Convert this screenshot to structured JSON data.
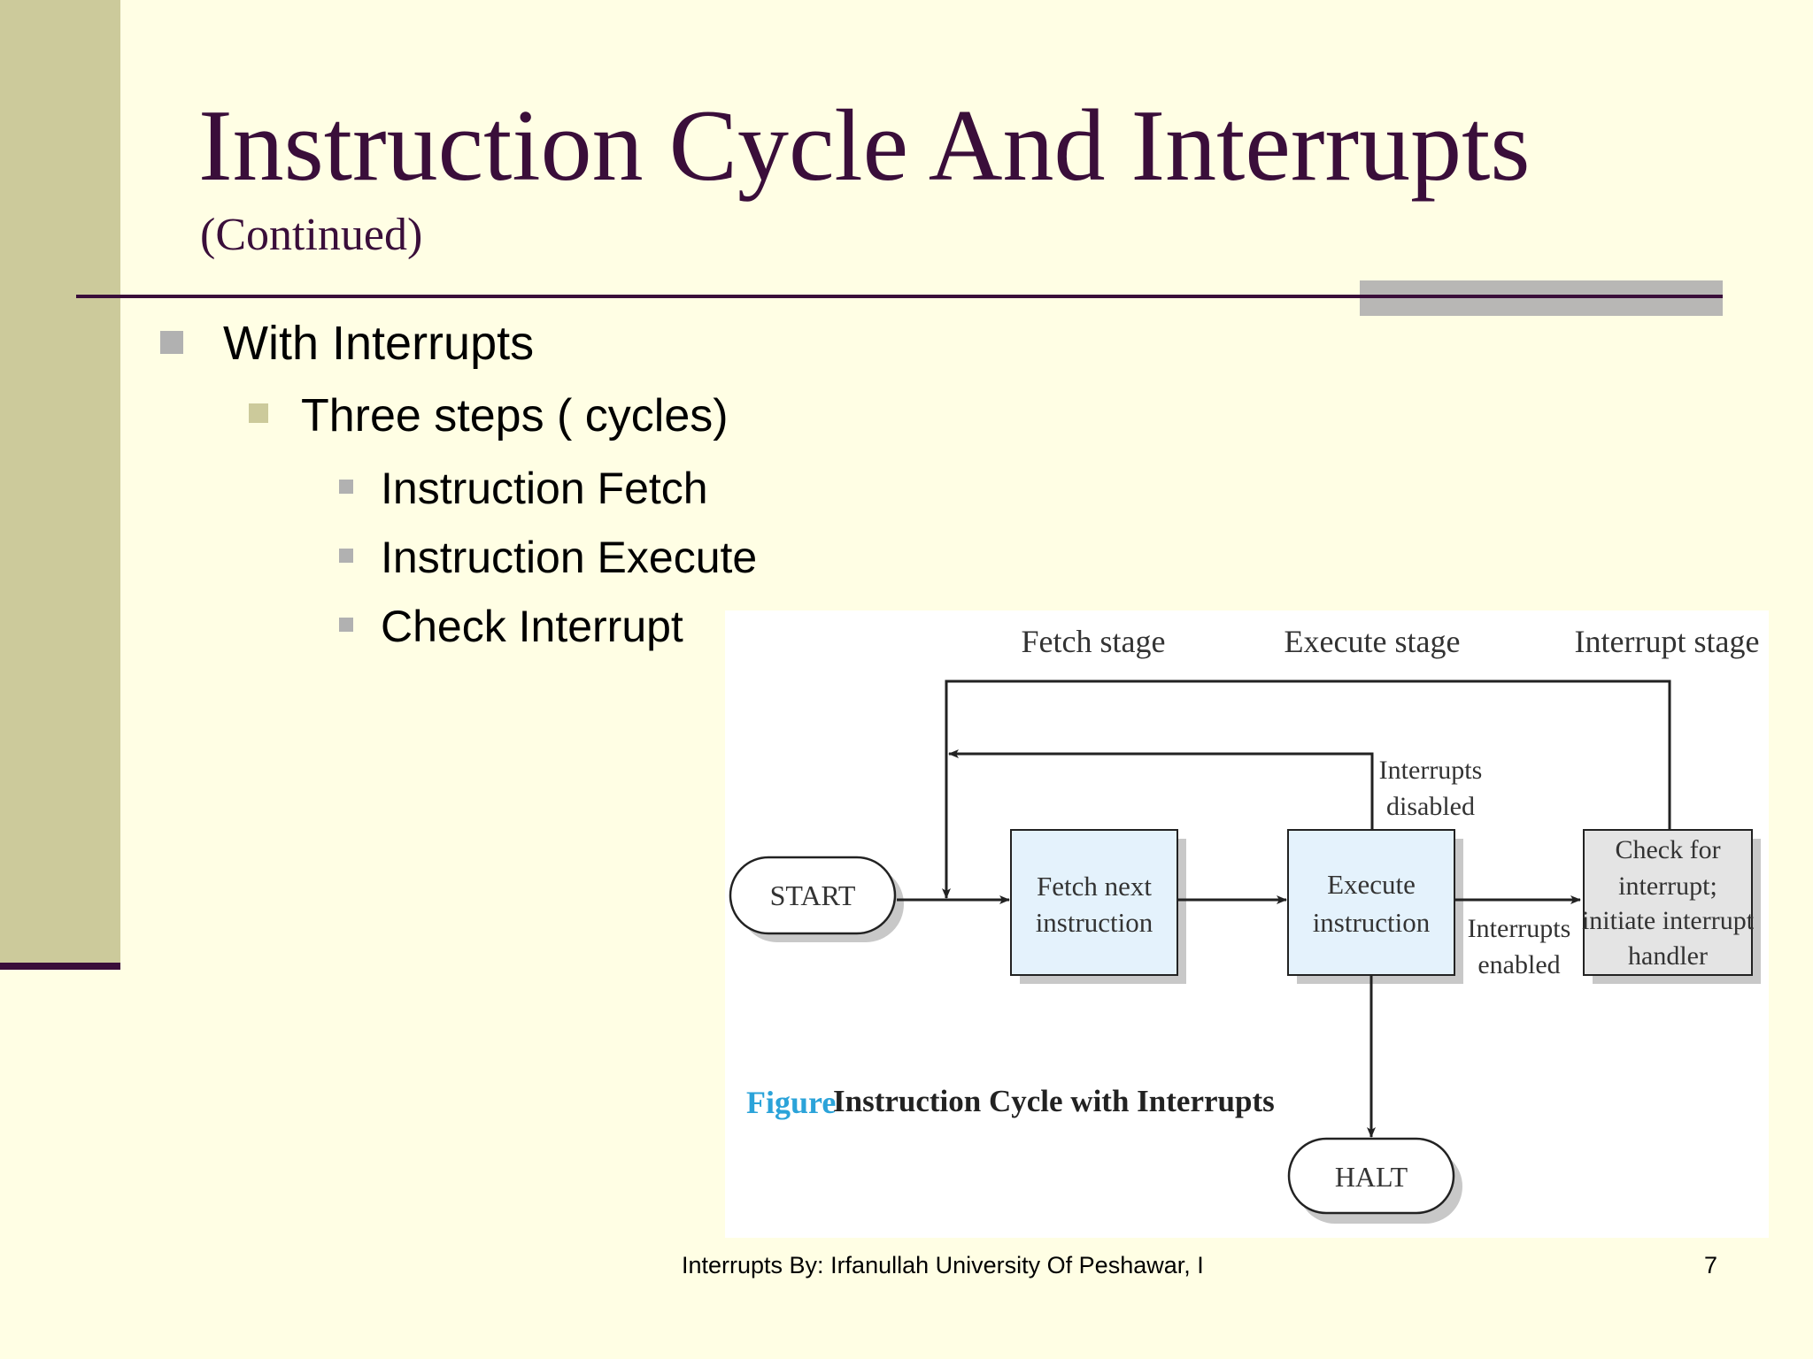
{
  "slide": {
    "title": "Instruction Cycle And Interrupts",
    "subtitle": "(Continued)",
    "bullets": {
      "level1": "With Interrupts",
      "level2": "Three steps ( cycles)",
      "level3": [
        "Instruction Fetch",
        "Instruction Execute",
        "Check Interrupt"
      ]
    },
    "footer": "Interrupts  By: Irfanullah University Of Peshawar, I",
    "page_number": "7"
  },
  "figure": {
    "stages": {
      "fetch": "Fetch stage",
      "execute": "Execute stage",
      "interrupt": "Interrupt stage"
    },
    "nodes": {
      "start": "START",
      "fetch_line1": "Fetch next",
      "fetch_line2": "instruction",
      "execute_line1": "Execute",
      "execute_line2": "instruction",
      "check_line1": "Check for",
      "check_line2": "interrupt;",
      "check_line3": "initiate interrupt",
      "check_line4": "handler",
      "halt": "HALT"
    },
    "edge_labels": {
      "disabled_line1": "Interrupts",
      "disabled_line2": "disabled",
      "enabled_line1": "Interrupts",
      "enabled_line2": "enabled"
    },
    "caption_prefix": "Figure",
    "caption": "Instruction Cycle with Interrupts"
  },
  "colors": {
    "background": "#FFFEE4",
    "title": "#3A0E3A",
    "left_band": "#CCCA9B",
    "box_blue": "#E4F2FC",
    "box_gray": "#E4E4E4",
    "caption_prefix": "#2BA3D9"
  }
}
